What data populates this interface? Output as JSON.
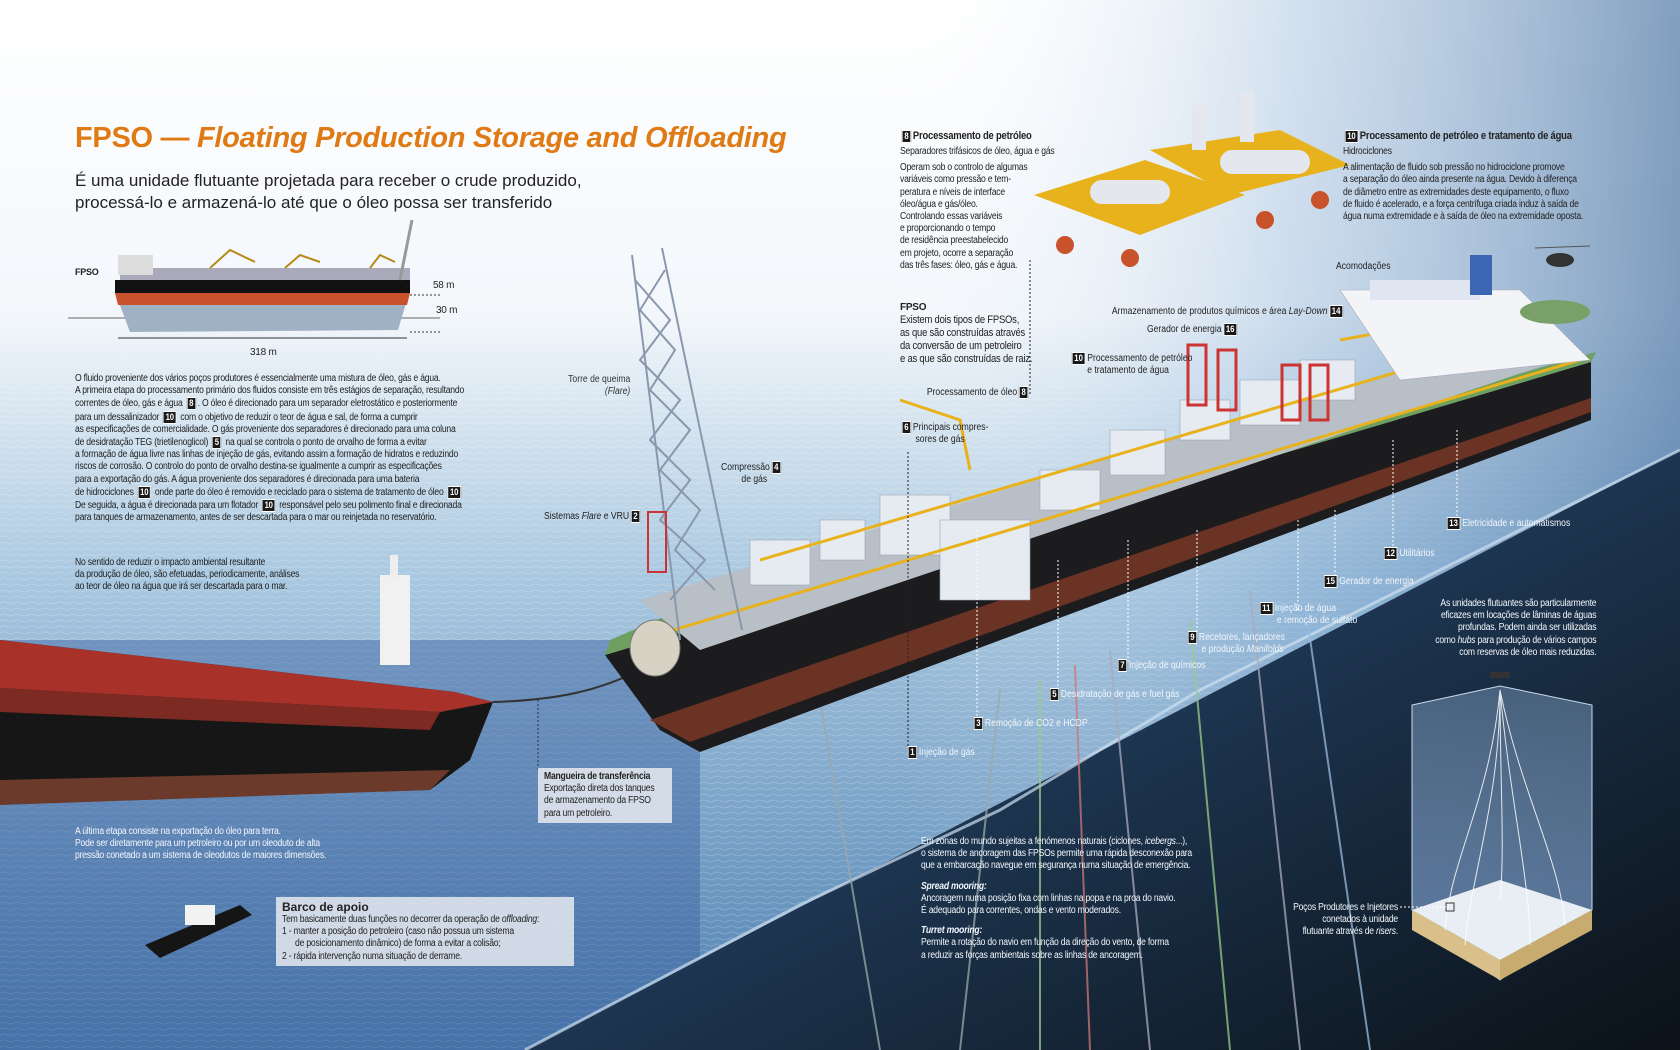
{
  "header": {
    "title_prefix": "FPSO — ",
    "title_italic": "Floating Production Storage and Offloading",
    "subtitle_lines": [
      "É uma unidade flutuante projetada para receber o crude produzido,",
      "processá-lo e armazená-lo até que o óleo possa ser transferido"
    ]
  },
  "side_diagram": {
    "label": "FPSO",
    "height_above": "58 m",
    "draft": "30 m",
    "length": "318 m"
  },
  "intro": {
    "lines": [
      "O fluido proveniente dos vários poços produtores é essencialmente uma mistura de óleo, gás e água.",
      "A primeira etapa do processamento primário dos fluidos consiste em três estágios de separação, resultando",
      [
        "correntes de óleo, gás e água ",
        {
          "b": "8"
        },
        ". O óleo é direcionado para um separador eletrostático e posteriormente"
      ],
      [
        "para um dessalinizador ",
        {
          "b": "10"
        },
        " com o objetivo de reduzir o teor de água e sal, de forma a cumprir"
      ],
      "as especificações de comercialidade. O gás proveniente dos separadores é direcionado para uma coluna",
      [
        "de desidratação TEG (trietilenoglicol) ",
        {
          "b": "5"
        },
        " na qual se controla o ponto de orvalho de forma a evitar"
      ],
      "a formação de água livre nas linhas de injeção de gás, evitando assim a formação de hidratos e reduzindo",
      "riscos de corrosão. O controlo do ponto de orvalho destina-se igualmente a cumprir as especificações",
      "para a exportação do gás. A água proveniente dos separadores é direcionada para uma bateria",
      [
        "de hidrociclones ",
        {
          "b": "10"
        },
        " onde parte do óleo é removido e reciclado para o sistema de tratamento de óleo ",
        {
          "b": "10"
        }
      ],
      [
        "De seguida, a água é direcionada para um flotador ",
        {
          "b": "10"
        },
        " responsável pelo seu polimento final e direcionada"
      ],
      "para tanques de armazenamento, antes de ser descartada para o mar ou reinjetada no reservatório."
    ]
  },
  "impact": {
    "lines": [
      "No sentido de reduzir o impacto ambiental resultante",
      "da produção de óleo, são efetuadas, periodicamente, análises",
      "ao teor de óleo na água que irá ser descartada para o mar."
    ]
  },
  "export_note": {
    "lines": [
      "A última etapa consiste na exportação do óleo para terra.",
      "Pode ser diretamente para um petroleiro ou por um oleoduto de alta",
      "pressão conetado a um sistema de oleodutos de maiores dimensões."
    ]
  },
  "hose": {
    "title": "Mangueira de transferência",
    "lines": [
      "Exportação direta dos tanques",
      "de armazenamento da FPSO",
      "para um petroleiro."
    ]
  },
  "support_boat": {
    "title": "Barco de apoio",
    "lines": [
      [
        "Tem basicamente duas funções no decorrer da operação de ",
        {
          "i": "offloading"
        },
        ":"
      ],
      "1 - manter a posição do petroleiro (caso não possua um sistema",
      "      de posicionamento dinâmico) de forma a evitar a colisão;",
      "2 - rápida intervenção numa situação de derrame."
    ]
  },
  "box8": {
    "number": "8",
    "title": "Processamento de petróleo",
    "subtitle": "Separadores trifásicos de óleo, água e gás",
    "lines": [
      "Operam sob o controlo de algumas",
      "variáveis como pressão e tem-",
      "peratura e níveis de interface",
      "óleo/água e gás/óleo.",
      "Controlando essas variáveis",
      "e proporcionando o tempo",
      "de residência preestabelecido",
      "em projeto, ocorre a separação",
      "das três fases: óleo, gás e água."
    ]
  },
  "box10": {
    "number": "10",
    "title": "Processamento de petróleo e tratamento de água",
    "subtitle": "Hidrociclones",
    "lines": [
      "A alimentação de fluido sob pressão no hidrociclone promove",
      "a separação do óleo ainda presente na água. Devido à diferença",
      "de diâmetro entre as extremidades deste equipamento, o fluxo",
      "de fluido é acelerado, e a força centrífuga criada induz à saída de",
      "água numa extremidade e à saída de óleo na extremidade oposta."
    ]
  },
  "fpso_note": {
    "title": "FPSO",
    "lines": [
      "Existem dois tipos de FPSOs,",
      "as que são construídas através",
      "da conversão de um petroleiro",
      "e as que são construídas de raiz."
    ]
  },
  "labels": {
    "flare_tower": {
      "text": "Torre de queima",
      "italic": "(Flare)"
    },
    "flare_vru": {
      "pre": "Sistemas ",
      "italic": "Flare",
      "post": " e VRU",
      "number": "2"
    },
    "compression": {
      "lines": [
        "Compressão",
        "de gás"
      ],
      "number": "4"
    },
    "compressors": {
      "lines": [
        "Principais compres-",
        "sores de gás"
      ],
      "number": "6"
    },
    "oil_processing": {
      "text": "Processamento de óleo",
      "number": "8"
    },
    "oil_water": {
      "lines": [
        "Processamento de petróleo",
        "e tratamento de água"
      ],
      "number": "10"
    },
    "power16": {
      "text": "Gerador de energia",
      "number": "16"
    },
    "chem_storage": {
      "text": "Armazenamento de produtos químicos e área ",
      "italic": "Lay-Down",
      "number": "14"
    },
    "accommodation": {
      "text": "Acomodações"
    },
    "gas_injection": {
      "text": "Injeção de gás",
      "number": "1"
    },
    "co2": {
      "text": "Remoção de CO2 e HCDP",
      "number": "3"
    },
    "dehydration": {
      "text": "Desidratação de gás e fuel gás",
      "number": "5"
    },
    "chemicals": {
      "text": "Injeção de químicos",
      "number": "7"
    },
    "manifolds": {
      "line1": "Recetores, lançadores",
      "line2_pre": "e produção ",
      "line2_italic": "Manifolds",
      "number": "9"
    },
    "water_injection": {
      "lines": [
        "Injeção de água",
        "e remoção de sulfato"
      ],
      "number": "11"
    },
    "power15": {
      "text": "Gerador de energia",
      "number": "15"
    },
    "utilities": {
      "text": "Utilitários",
      "number": "12"
    },
    "electric": {
      "text": "Eletricidade e automatismos",
      "number": "13"
    }
  },
  "floating_note": {
    "lines": [
      "As unidades flutuantes são particularmente",
      "eficazes em locações de lâminas de águas",
      "profundas. Podem ainda ser utilizadas",
      [
        "como ",
        {
          "i": "hubs"
        },
        " para produção de vários campos"
      ],
      "com reservas de óleo mais reduzidas."
    ]
  },
  "mooring": {
    "intro": [
      [
        "Em zonas do mundo sujeitas a fenómenos naturais (ciclones, ",
        {
          "i": "icebergs"
        },
        "...),"
      ],
      "o sistema de ancoragem das FPSOs permite uma rápida desconexão para",
      "que a embarcação navegue em segurança numa situação de emergência."
    ],
    "spread_title": "Spread mooring:",
    "spread_lines": [
      "Ancoragem numa posição fixa com linhas na popa e na proa do navio.",
      "É adequado para correntes, ondas e vento moderados."
    ],
    "turret_title": "Turret mooring:",
    "turret_lines": [
      "Permite a rotação do navio em função da direção do vento, de forma",
      "a reduzir as forças ambientais sobre as linhas de ancoragem."
    ]
  },
  "wells": {
    "lines": [
      "Poços Produtores e Injetores",
      "conetados à unidade",
      [
        "flutuante através de ",
        {
          "i": "risers"
        },
        "."
      ]
    ]
  },
  "colors": {
    "title": "#e07a14",
    "badge": "#1a1a1a",
    "hull": "#1c1c1e",
    "tanker_deck": "#a8322a",
    "deck_yellow": "#e8b21c",
    "deep_sea": "#0e1a26"
  }
}
